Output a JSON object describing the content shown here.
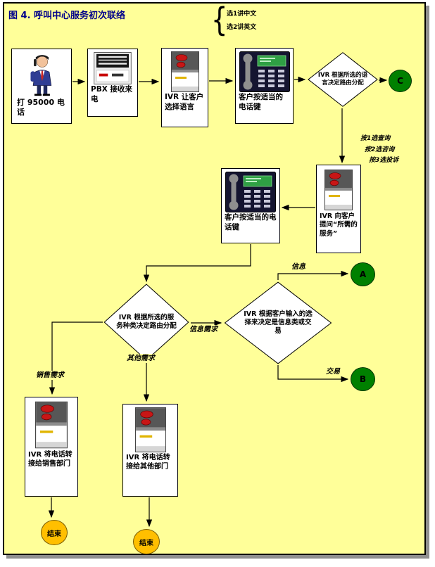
{
  "page": {
    "title": "图 4. 呼叫中心服务初次联络"
  },
  "annotations": {
    "brace_glyph": "{",
    "language_options": [
      "选1讲中文",
      "选2讲英文"
    ],
    "service_options": [
      "按1选查询",
      "按2选咨询",
      "按3选投诉"
    ]
  },
  "nodes": {
    "caller": {
      "label": "打 95000 电话"
    },
    "pbx": {
      "label": "PBX 接收来电"
    },
    "ivr_language": {
      "label": "IVR 让客户选择语言"
    },
    "press_key_1": {
      "label": "客户按适当的电话键"
    },
    "decision_language": {
      "label": "IVR 根据所选的语言决定路由分配"
    },
    "connector_c": {
      "label": "C"
    },
    "ivr_ask_service": {
      "label": "IVR 向客户提问“所需的服务”"
    },
    "press_key_2": {
      "label": "客户按适当的电话键"
    },
    "decision_service": {
      "label": "IVR 根据所选的服务种类决定路由分配"
    },
    "decision_info_or_trade": {
      "label": "IVR 根据客户输入的选择来决定是信息类或交易"
    },
    "connector_a": {
      "label": "A"
    },
    "connector_b": {
      "label": "B"
    },
    "transfer_sales": {
      "label": "IVR 将电话转接给销售部门"
    },
    "transfer_other": {
      "label": "IVR 将电话转接给其他部门"
    },
    "end_sales": {
      "label": "结束"
    },
    "end_other": {
      "label": "结束"
    }
  },
  "edge_labels": {
    "info_need": "信息需求",
    "sales_need": "销售需求",
    "other_need": "其他需求",
    "info": "信息",
    "trade": "交易"
  },
  "colors": {
    "background": "#FFFF99",
    "node_fill": "#FFFFFF",
    "line": "#000000",
    "connector_green": "#008000",
    "end_orange": "#FFBF00",
    "title_blue": "#00008B"
  }
}
